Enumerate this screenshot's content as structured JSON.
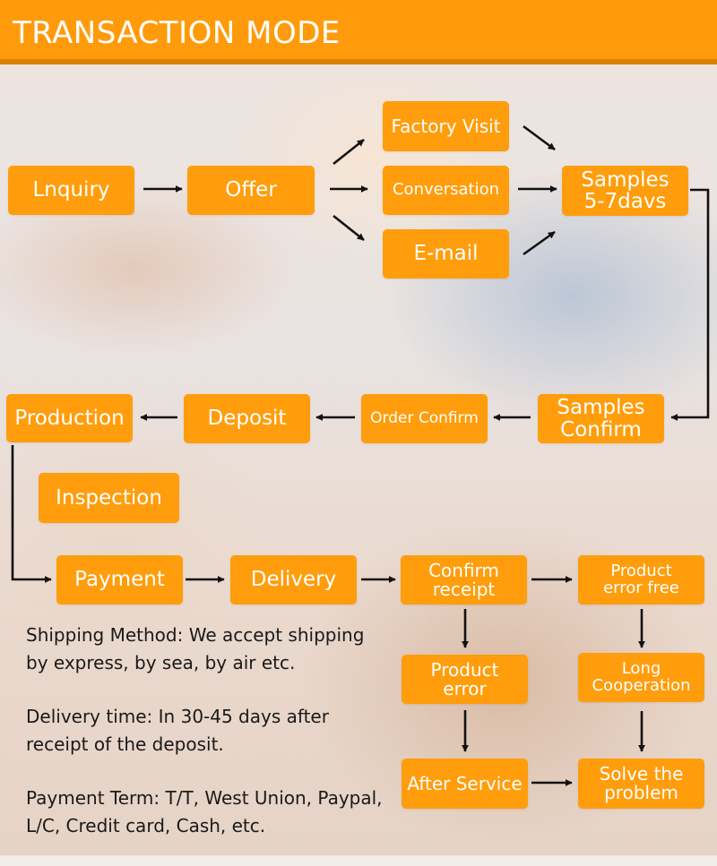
{
  "header": {
    "title": "TRANSACTION MODE"
  },
  "colors": {
    "accent": "#ff9d0c",
    "header": "#ff9b0a",
    "arrow": "#111111"
  },
  "steps": {
    "inquiry": "Lnquiry",
    "offer": "Offer",
    "factory_visit": "Factory Visit",
    "conversation": "Conversation",
    "email": "E-mail",
    "samples_line1": "Samples",
    "samples_line2": "5-7davs",
    "samples_confirm_line1": "Samples",
    "samples_confirm_line2": "Confirm",
    "order_confirm": "Order Confirm",
    "deposit": "Deposit",
    "production": "Production",
    "inspection": "Inspection",
    "payment": "Payment",
    "delivery": "Delivery",
    "confirm_receipt_line1": "Confirm",
    "confirm_receipt_line2": "receipt",
    "product_error_free_line1": "Product",
    "product_error_free_line2": "error free",
    "product_error_line1": "Product",
    "product_error_line2": "error",
    "long_cooperation_line1": "Long",
    "long_cooperation_line2": "Cooperation",
    "after_service": "After Service",
    "solve_problem_line1": "Solve the",
    "solve_problem_line2": "problem"
  },
  "notes": {
    "shipping": "Shipping Method: We accept shipping by express, by sea, by air etc.",
    "delivery_time": "Delivery time: In 30-45 days after receipt of the deposit.",
    "payment_term": "Payment Term: T/T, West Union, Paypal, L/C, Credit card, Cash, etc."
  }
}
